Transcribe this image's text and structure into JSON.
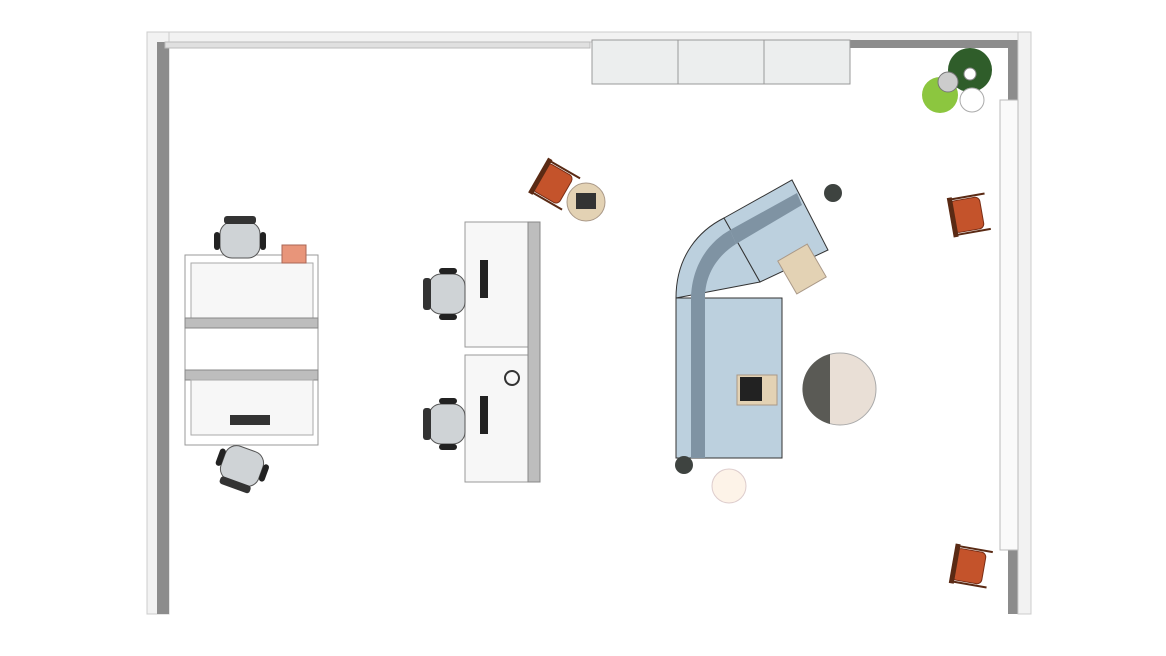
{
  "plan": {
    "colors": {
      "wall": "#8c8c8c",
      "wall_light": "#e6e6e6",
      "desk": "#f7f7f7",
      "chair_grey": "#cfd3d6",
      "chair_orange": "#c4532b",
      "sofa": "#bcd0de",
      "sofa_stripe": "#7f93a3",
      "table_tan": "#e3d2b4",
      "plant": "#5f9b3a",
      "dark_side_table": "#3e4340"
    },
    "furniture": [
      "bench-desk-left",
      "bench-desk-middle",
      "modular-sofa",
      "lounge-chair",
      "task-chair",
      "side-table",
      "plant",
      "storage-cabinet"
    ]
  }
}
